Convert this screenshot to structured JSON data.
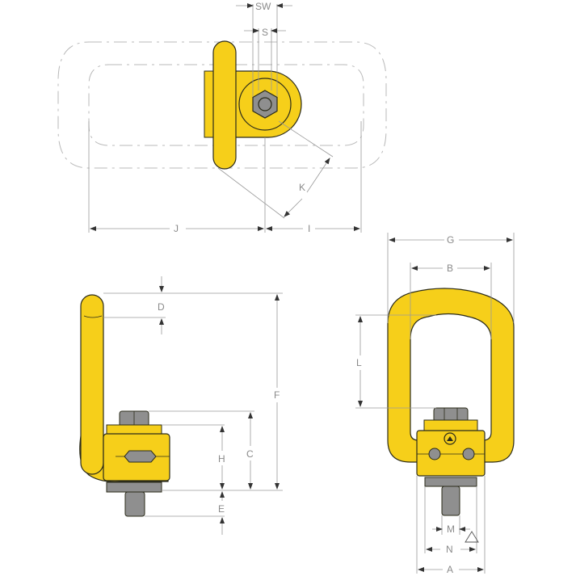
{
  "diagram": {
    "subject": "Swivel lifting ring (hoist ring) dimensional drawing",
    "colors": {
      "ring_yellow": "#f6cf1a",
      "outline": "#2b2b1a",
      "bolt_gray": "#8f8f8f",
      "dim_line": "#9a9a9a",
      "ghost_line": "#b5b5b5"
    },
    "views": {
      "top": {
        "name": "Top view",
        "labels": {
          "SW": "SW",
          "S": "S",
          "K": "K",
          "J": "J",
          "I": "I"
        }
      },
      "side": {
        "name": "Side view",
        "labels": {
          "D": "D",
          "F": "F",
          "C": "C",
          "H": "H",
          "E": "E"
        }
      },
      "front": {
        "name": "Front view",
        "labels": {
          "G": "G",
          "B": "B",
          "L": "L",
          "M": "M",
          "N": "N",
          "A": "A"
        },
        "torque_symbol": "warning-triangle"
      }
    }
  }
}
